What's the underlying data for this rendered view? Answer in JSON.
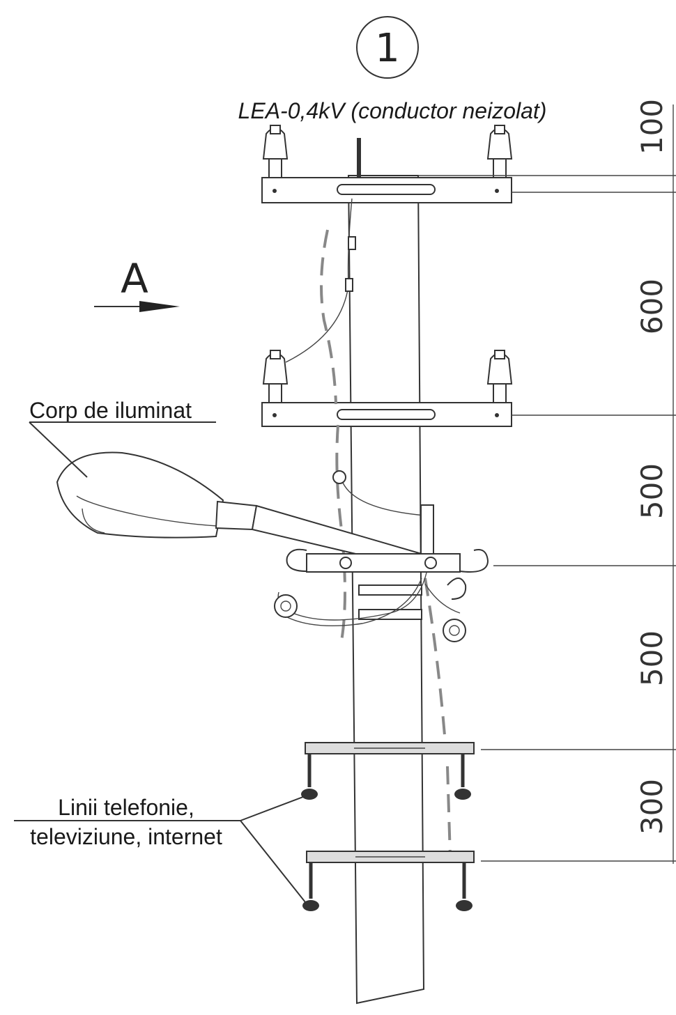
{
  "drawing": {
    "view_number": "1",
    "view_arrow_label": "A",
    "title": "LEA-0,4kV (conductor neizolat)",
    "labels": {
      "luminaire": "Corp de iluminat",
      "telecom_line1": "Linii telefonie,",
      "telecom_line2": "televiziune, internet"
    },
    "dimensions": [
      "100",
      "600",
      "500",
      "500",
      "300"
    ]
  }
}
